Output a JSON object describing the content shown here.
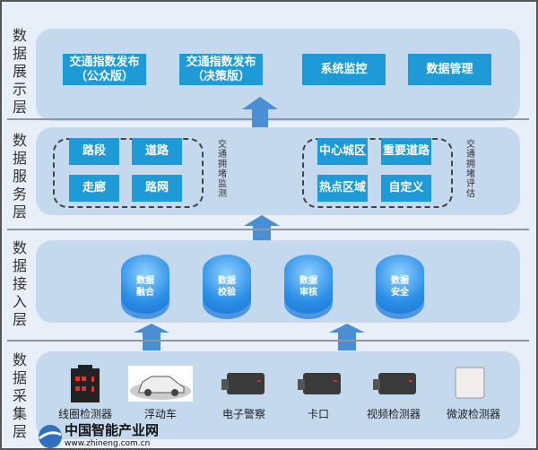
{
  "layers": {
    "display": {
      "label": "数据展示层",
      "buttons": [
        "交通指数发布\n（公众版）",
        "交通指数发布\n（决策版）",
        "系统监控",
        "数据管理"
      ]
    },
    "service": {
      "label": "数据服务层",
      "group1": {
        "title": "交通拥堵监测",
        "items": [
          "路段",
          "道路",
          "走廊",
          "路网"
        ]
      },
      "group2": {
        "title": "交通拥堵评估",
        "items": [
          "中心城区",
          "重要道路",
          "热点区域",
          "自定义"
        ]
      }
    },
    "access": {
      "label": "数据接入层",
      "items": [
        "数据\n融合",
        "数据\n校验",
        "数据\n审核",
        "数据\n安全"
      ]
    },
    "collect": {
      "label": "数据采集层",
      "devices": [
        {
          "name": "线圈检测器",
          "icon": "coil-detector-icon"
        },
        {
          "name": "浮动车",
          "icon": "car-icon"
        },
        {
          "name": "电子警察",
          "icon": "camera-icon"
        },
        {
          "name": "卡口",
          "icon": "camera-icon"
        },
        {
          "name": "视频检测器",
          "icon": "camera-icon"
        },
        {
          "name": "微波检测器",
          "icon": "microwave-detector-icon"
        }
      ]
    }
  },
  "watermark": {
    "name": "中国智能产业网",
    "url": "www.zhineng.com.cn"
  },
  "colors": {
    "button": "#1e9ad6",
    "panel": "#c4d8ee",
    "arrow": "#4a8fd4"
  }
}
